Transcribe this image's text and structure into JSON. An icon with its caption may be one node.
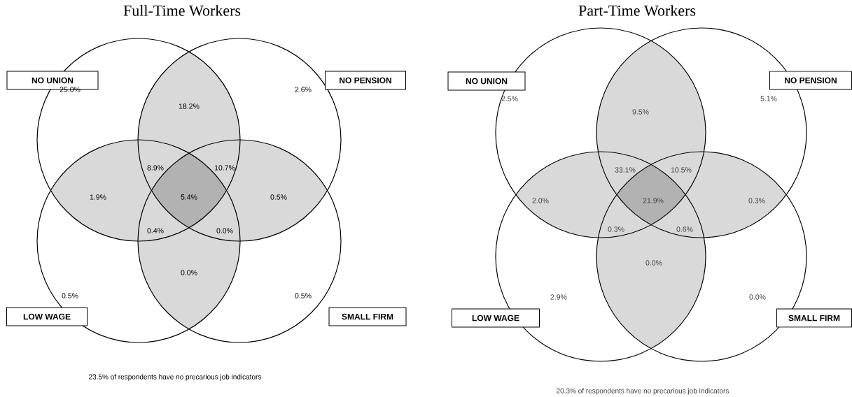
{
  "diagram": {
    "nodes": [
      {
        "text": [
          "NO UNION"
        ]
      },
      {
        "text": [
          "NO PENSION"
        ]
      },
      {
        "text": [
          "LOW WAGE"
        ]
      },
      {
        "text": [
          "SMALL FIRM"
        ]
      },
      {
        "text": [
          "NO UNION"
        ]
      },
      {
        "text": [
          "NO PENSION"
        ]
      },
      {
        "text": [
          "LOW WAGE"
        ]
      },
      {
        "text": [
          "SMALL FIRM"
        ]
      }
    ],
    "labels": [
      "Full-Time Workers",
      "25.0%",
      "2.6%",
      "18.2%",
      "8.9%",
      "10.7%",
      "1.9%",
      "5.4%",
      "0.5%",
      "0.4%",
      "0.0%",
      "0.0%",
      "0.5%",
      "0.5%",
      "23.5% of respondents have no precarious job indicators",
      "Part-Time Workers",
      "2.5%",
      "5.1%",
      "9.5%",
      "33.1%",
      "10.5%",
      "2.0%",
      "21.9%",
      "0.3%",
      "0.3%",
      "0.6%",
      "0.0%",
      "2.9%",
      "0.0%",
      "20.3% of respondents have no precarious job indicators"
    ]
  }
}
